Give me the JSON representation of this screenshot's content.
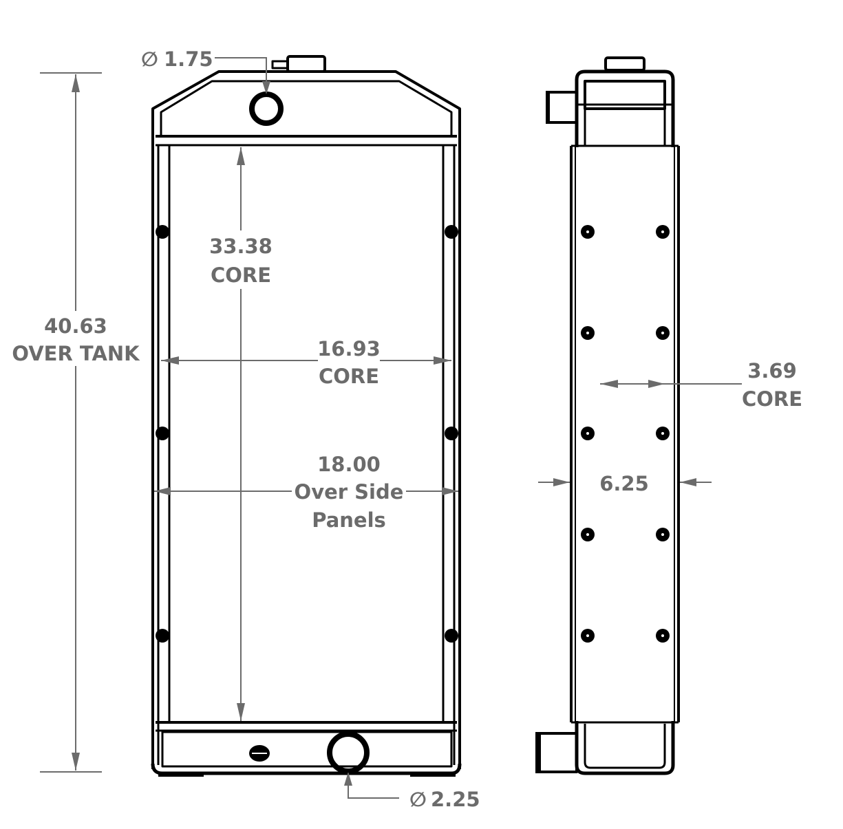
{
  "drawing": {
    "subject": "Radiator",
    "front_view": {
      "dimensions": {
        "inlet_diameter": {
          "symbol": "∅",
          "value": "1.75"
        },
        "outlet_diameter": {
          "symbol": "∅",
          "value": "2.25"
        },
        "overall_height": {
          "value": "40.63",
          "label": "OVER TANK"
        },
        "core_height": {
          "value": "33.38",
          "label": "CORE"
        },
        "core_width": {
          "value": "16.93",
          "label": "CORE"
        },
        "overall_width": {
          "value": "18.00",
          "label_line1": "Over Side",
          "label_line2": "Panels"
        }
      }
    },
    "side_view": {
      "dimensions": {
        "core_depth": {
          "value": "3.69",
          "label": "CORE"
        },
        "overall_depth": {
          "value": "6.25"
        }
      }
    },
    "colors": {
      "part_outline": "#000000",
      "dimension": "#6b6b6b",
      "background": "#ffffff"
    }
  }
}
